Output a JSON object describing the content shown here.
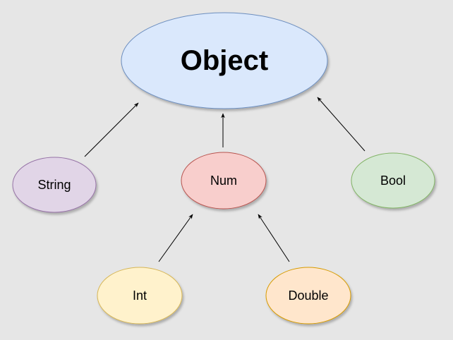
{
  "diagram": {
    "nodes": [
      {
        "id": "object",
        "label": "Object",
        "fill": "#dae8fc",
        "stroke": "#6c8ebf"
      },
      {
        "id": "string",
        "label": "String",
        "fill": "#e1d5e7",
        "stroke": "#9673a6"
      },
      {
        "id": "num",
        "label": "Num",
        "fill": "#f8cecc",
        "stroke": "#b85450"
      },
      {
        "id": "bool",
        "label": "Bool",
        "fill": "#d5e8d4",
        "stroke": "#82b366"
      },
      {
        "id": "int",
        "label": "Int",
        "fill": "#fff2cc",
        "stroke": "#d6b656"
      },
      {
        "id": "double",
        "label": "Double",
        "fill": "#ffe6cc",
        "stroke": "#d79b00"
      }
    ],
    "edges": [
      {
        "from": "string",
        "to": "object"
      },
      {
        "from": "num",
        "to": "object"
      },
      {
        "from": "bool",
        "to": "object"
      },
      {
        "from": "int",
        "to": "num"
      },
      {
        "from": "double",
        "to": "num"
      }
    ],
    "edge_color": "#000000"
  }
}
